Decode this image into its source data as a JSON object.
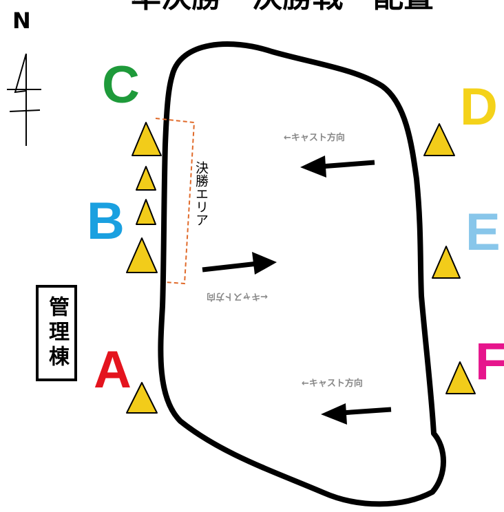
{
  "title": "準決勝・決勝戦　配置",
  "compass": {
    "label": "N"
  },
  "zones": [
    {
      "id": "A",
      "label": "A",
      "color": "#e4141e"
    },
    {
      "id": "B",
      "label": "B",
      "color": "#1aa0e0"
    },
    {
      "id": "C",
      "label": "C",
      "color": "#1e9a3a"
    },
    {
      "id": "D",
      "label": "D",
      "color": "#f4d21a"
    },
    {
      "id": "E",
      "label": "E",
      "color": "#88c6ea"
    },
    {
      "id": "F",
      "label": "F",
      "color": "#e6158c"
    }
  ],
  "building": {
    "label": "管理棟"
  },
  "final_area": {
    "label": "決勝エリア",
    "color": "#e06a2a"
  },
  "cast_directions": [
    {
      "label": "←キャスト方向"
    },
    {
      "label": "←キャスト方向"
    },
    {
      "label": "←キャスト方向"
    }
  ],
  "colors": {
    "cone": "#f2cc1a",
    "pond_outline": "#000000",
    "cast_label": "#888888"
  },
  "icons": {
    "cone": "traffic-cone-icon",
    "arrow": "arrow-icon",
    "compass": "north-arrow-icon"
  }
}
